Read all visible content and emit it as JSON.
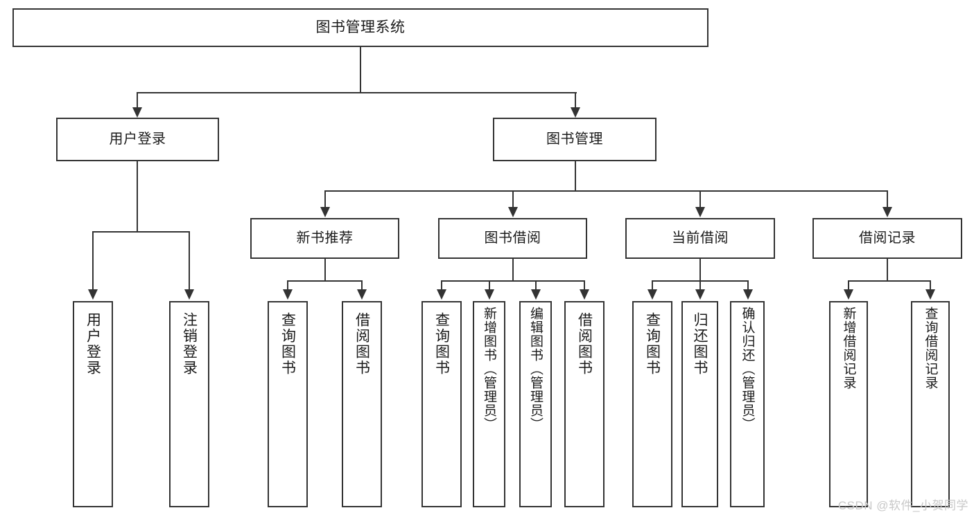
{
  "diagram": {
    "type": "tree-hierarchy",
    "title": "图书管理系统",
    "colors": {
      "stroke": "#333333",
      "box_fill": "#ffffff",
      "text": "#1a1a1a",
      "background": "#ffffff",
      "watermark": "#c8c8c8"
    },
    "levels": {
      "level1": [
        {
          "id": "root",
          "label": "图书管理系统"
        }
      ],
      "level2": [
        {
          "id": "user-login",
          "label": "用户登录"
        },
        {
          "id": "book-manage",
          "label": "图书管理"
        }
      ],
      "level3": [
        {
          "id": "new-book-rec",
          "label": "新书推荐",
          "parent": "book-manage"
        },
        {
          "id": "book-borrow",
          "label": "图书借阅",
          "parent": "book-manage"
        },
        {
          "id": "current-borrow",
          "label": "当前借阅",
          "parent": "book-manage"
        },
        {
          "id": "borrow-record",
          "label": "借阅记录",
          "parent": "book-manage"
        }
      ],
      "level4": [
        {
          "id": "leaf-user-login",
          "label": "用户登录",
          "parent": "user-login"
        },
        {
          "id": "leaf-logout",
          "label": "注销登录",
          "parent": "user-login"
        },
        {
          "id": "leaf-query-book-1",
          "label": "查询图书",
          "parent": "new-book-rec"
        },
        {
          "id": "leaf-borrow-book-1",
          "label": "借阅图书",
          "parent": "new-book-rec"
        },
        {
          "id": "leaf-query-book-2",
          "label": "查询图书",
          "parent": "book-borrow"
        },
        {
          "id": "leaf-add-book",
          "label": "新增图书（管理员）",
          "parent": "book-borrow"
        },
        {
          "id": "leaf-edit-book",
          "label": "编辑图书（管理员）",
          "parent": "book-borrow"
        },
        {
          "id": "leaf-borrow-book-2",
          "label": "借阅图书",
          "parent": "book-borrow"
        },
        {
          "id": "leaf-query-book-3",
          "label": "查询图书",
          "parent": "current-borrow"
        },
        {
          "id": "leaf-return-book",
          "label": "归还图书",
          "parent": "current-borrow"
        },
        {
          "id": "leaf-confirm-return",
          "label": "确认归还（管理员）",
          "parent": "current-borrow"
        },
        {
          "id": "leaf-add-record",
          "label": "新增借阅记录",
          "parent": "borrow-record"
        },
        {
          "id": "leaf-query-record",
          "label": "查询借阅记录",
          "parent": "borrow-record"
        }
      ]
    },
    "watermark": "CSDN @软件_小贺同学"
  }
}
